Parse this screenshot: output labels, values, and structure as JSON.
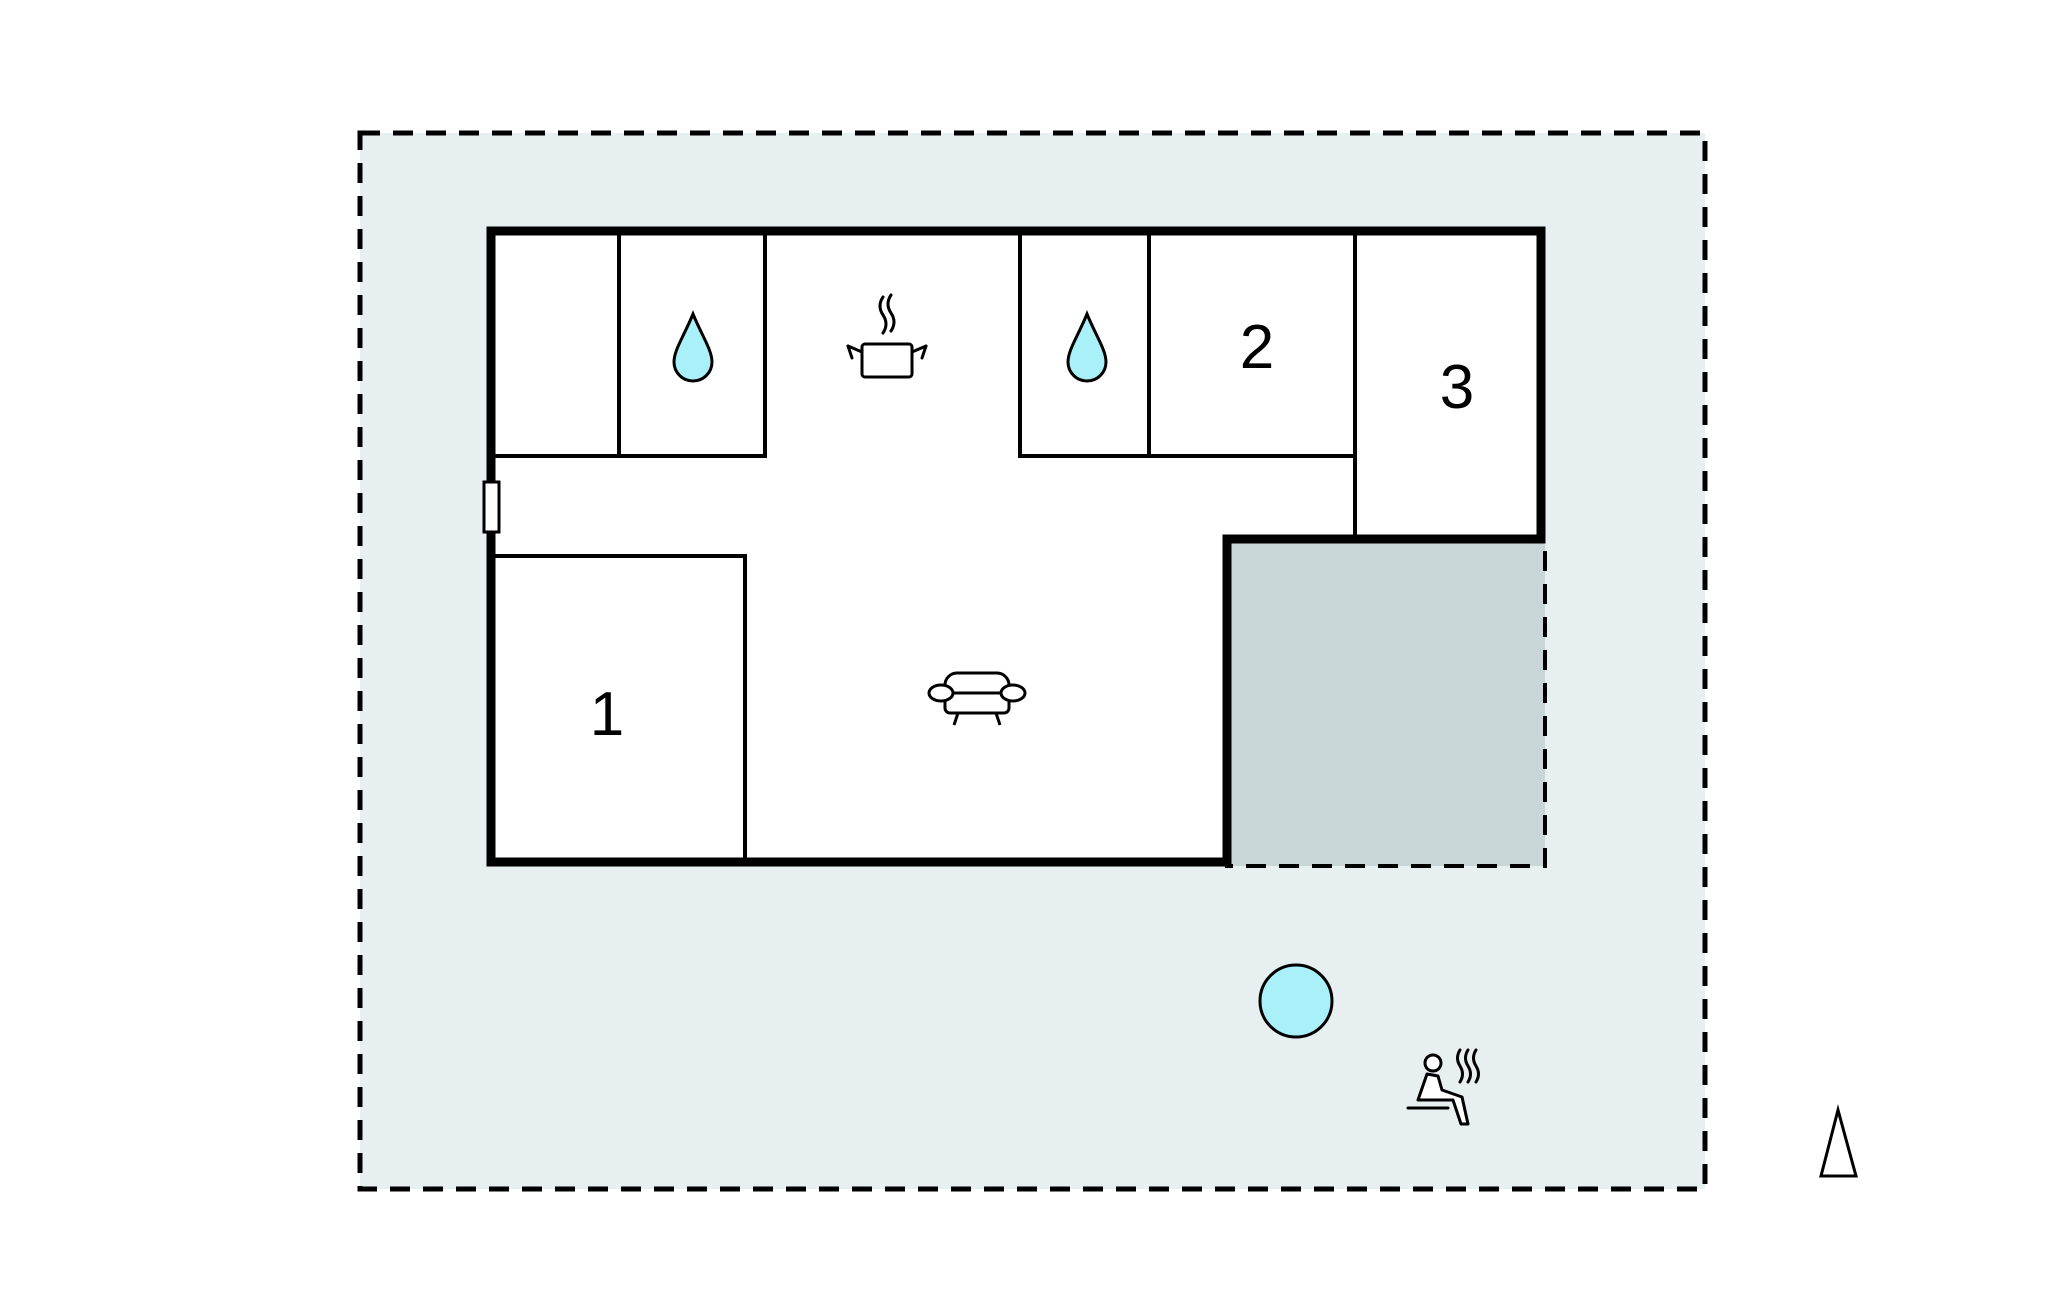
{
  "floorplan": {
    "rooms": [
      {
        "id": "bedroom-1",
        "label": "1"
      },
      {
        "id": "bedroom-2",
        "label": "2"
      },
      {
        "id": "bedroom-3",
        "label": "3"
      }
    ],
    "icons": [
      "water-drop-icon",
      "cooking-pot-icon",
      "sofa-icon",
      "door-icon",
      "pool-icon",
      "sauna-icon",
      "north-arrow-icon"
    ],
    "colors": {
      "plot": "#e8eff0",
      "interior": "#ffffff",
      "terrace": "#c8d6d7",
      "water": "#aaf0f8",
      "walls": "#000000"
    }
  }
}
